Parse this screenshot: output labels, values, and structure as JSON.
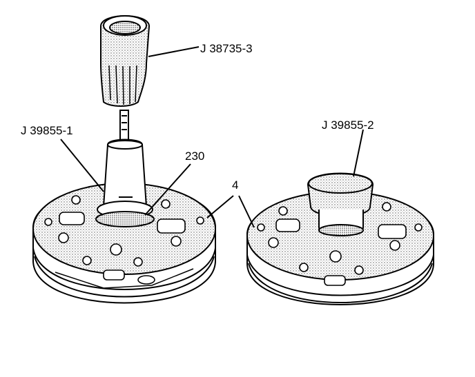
{
  "labels": {
    "tool_j38735_3": "J 38735-3",
    "tool_j39855_1": "J 39855-1",
    "seal_230": "230",
    "tool_j39855_2": "J 39855-2",
    "pump_4": "4"
  },
  "colors": {
    "ink": "#000000",
    "paper": "#ffffff",
    "stipple": "#555555"
  }
}
